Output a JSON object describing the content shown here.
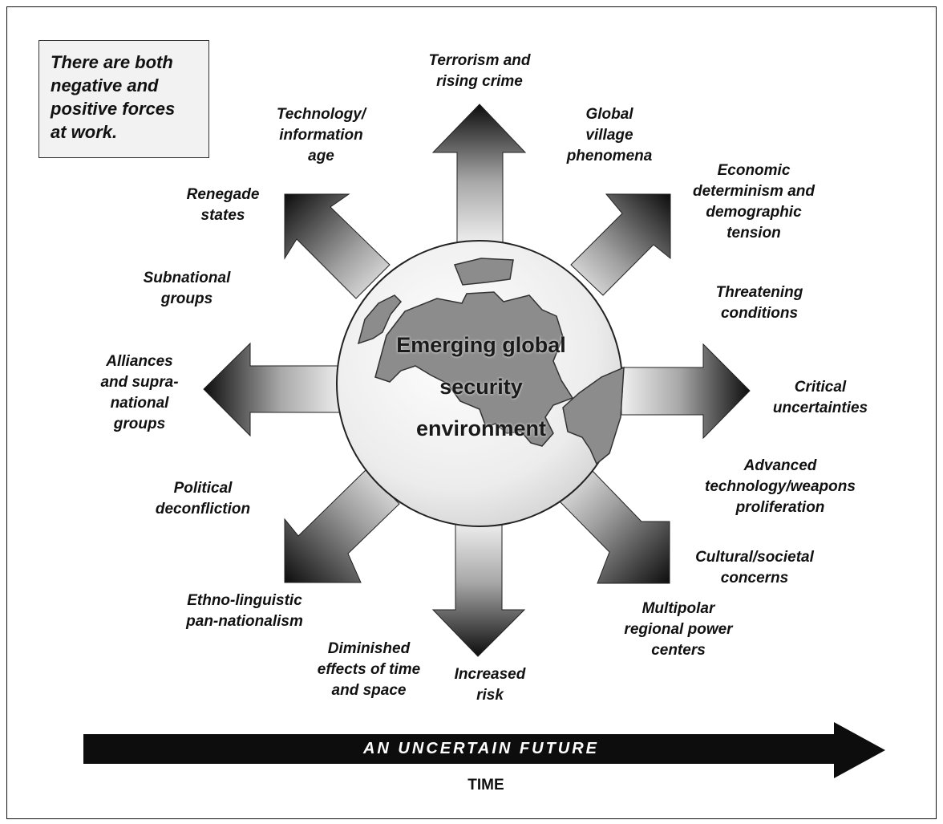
{
  "callout": {
    "text": "There are both\nnegative and\npositive forces\nat work."
  },
  "globe": {
    "title": "Emerging global\nsecurity\nenvironment"
  },
  "labels": {
    "terrorism": "Terrorism and\nrising crime",
    "technology_info": "Technology/\ninformation\nage",
    "global_village": "Global\nvillage\nphenomena",
    "renegade": "Renegade\nstates",
    "economic": "Economic\ndeterminism and\ndemographic\ntension",
    "subnational": "Subnational\ngroups",
    "threatening": "Threatening\nconditions",
    "alliances": "Alliances\nand supra-\nnational\ngroups",
    "critical": "Critical\nuncertainties",
    "political": "Political\ndeconfliction",
    "advanced_tech": "Advanced\ntechnology/weapons\nproliferation",
    "cultural": "Cultural/societal\nconcerns",
    "ethno": "Ethno-linguistic\npan-nationalism",
    "multipolar": "Multipolar\nregional power\ncenters",
    "diminished": "Diminished\neffects of time\nand space",
    "increased_risk": "Increased\nrisk"
  },
  "timeline": {
    "banner": "AN UNCERTAIN FUTURE",
    "axis": "TIME"
  },
  "colors": {
    "arrow_dark": "#111111",
    "arrow_light": "#e6e6e6",
    "globe_sea": "#efefef",
    "land": "#8c8c8c"
  }
}
